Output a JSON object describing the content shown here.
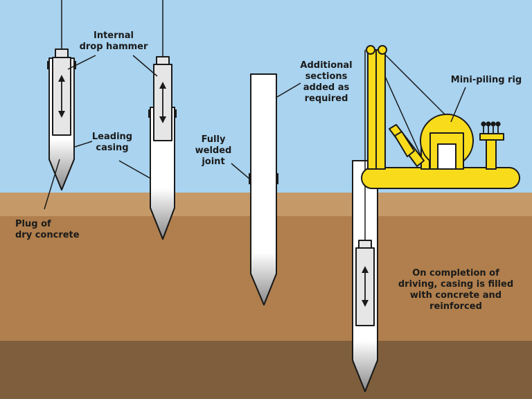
{
  "labels": {
    "internal_drop_hammer": "Internal\ndrop hammer",
    "leading_casing": "Leading\ncasing",
    "plug_of_dry_concrete": "Plug of\ndry concrete",
    "fully_welded_joint": "Fully\nwelded\njoint",
    "additional_sections": "Additional\nsections\nadded as\nrequired",
    "mini_piling_rig": "Mini-piling rig",
    "on_completion": "On completion of\ndriving, casing is filled\nwith concrete and\nreinforced"
  },
  "colors": {
    "sky": "#a9d3ef",
    "ground_light": "#c69a68",
    "ground_mid": "#b07f4d",
    "ground_dark": "#7e5e3c",
    "rig_yellow": "#f8dc1c",
    "casing_white": "#ffffff",
    "hammer_grey": "#e6e6e6",
    "outline": "#1a1a1a"
  }
}
